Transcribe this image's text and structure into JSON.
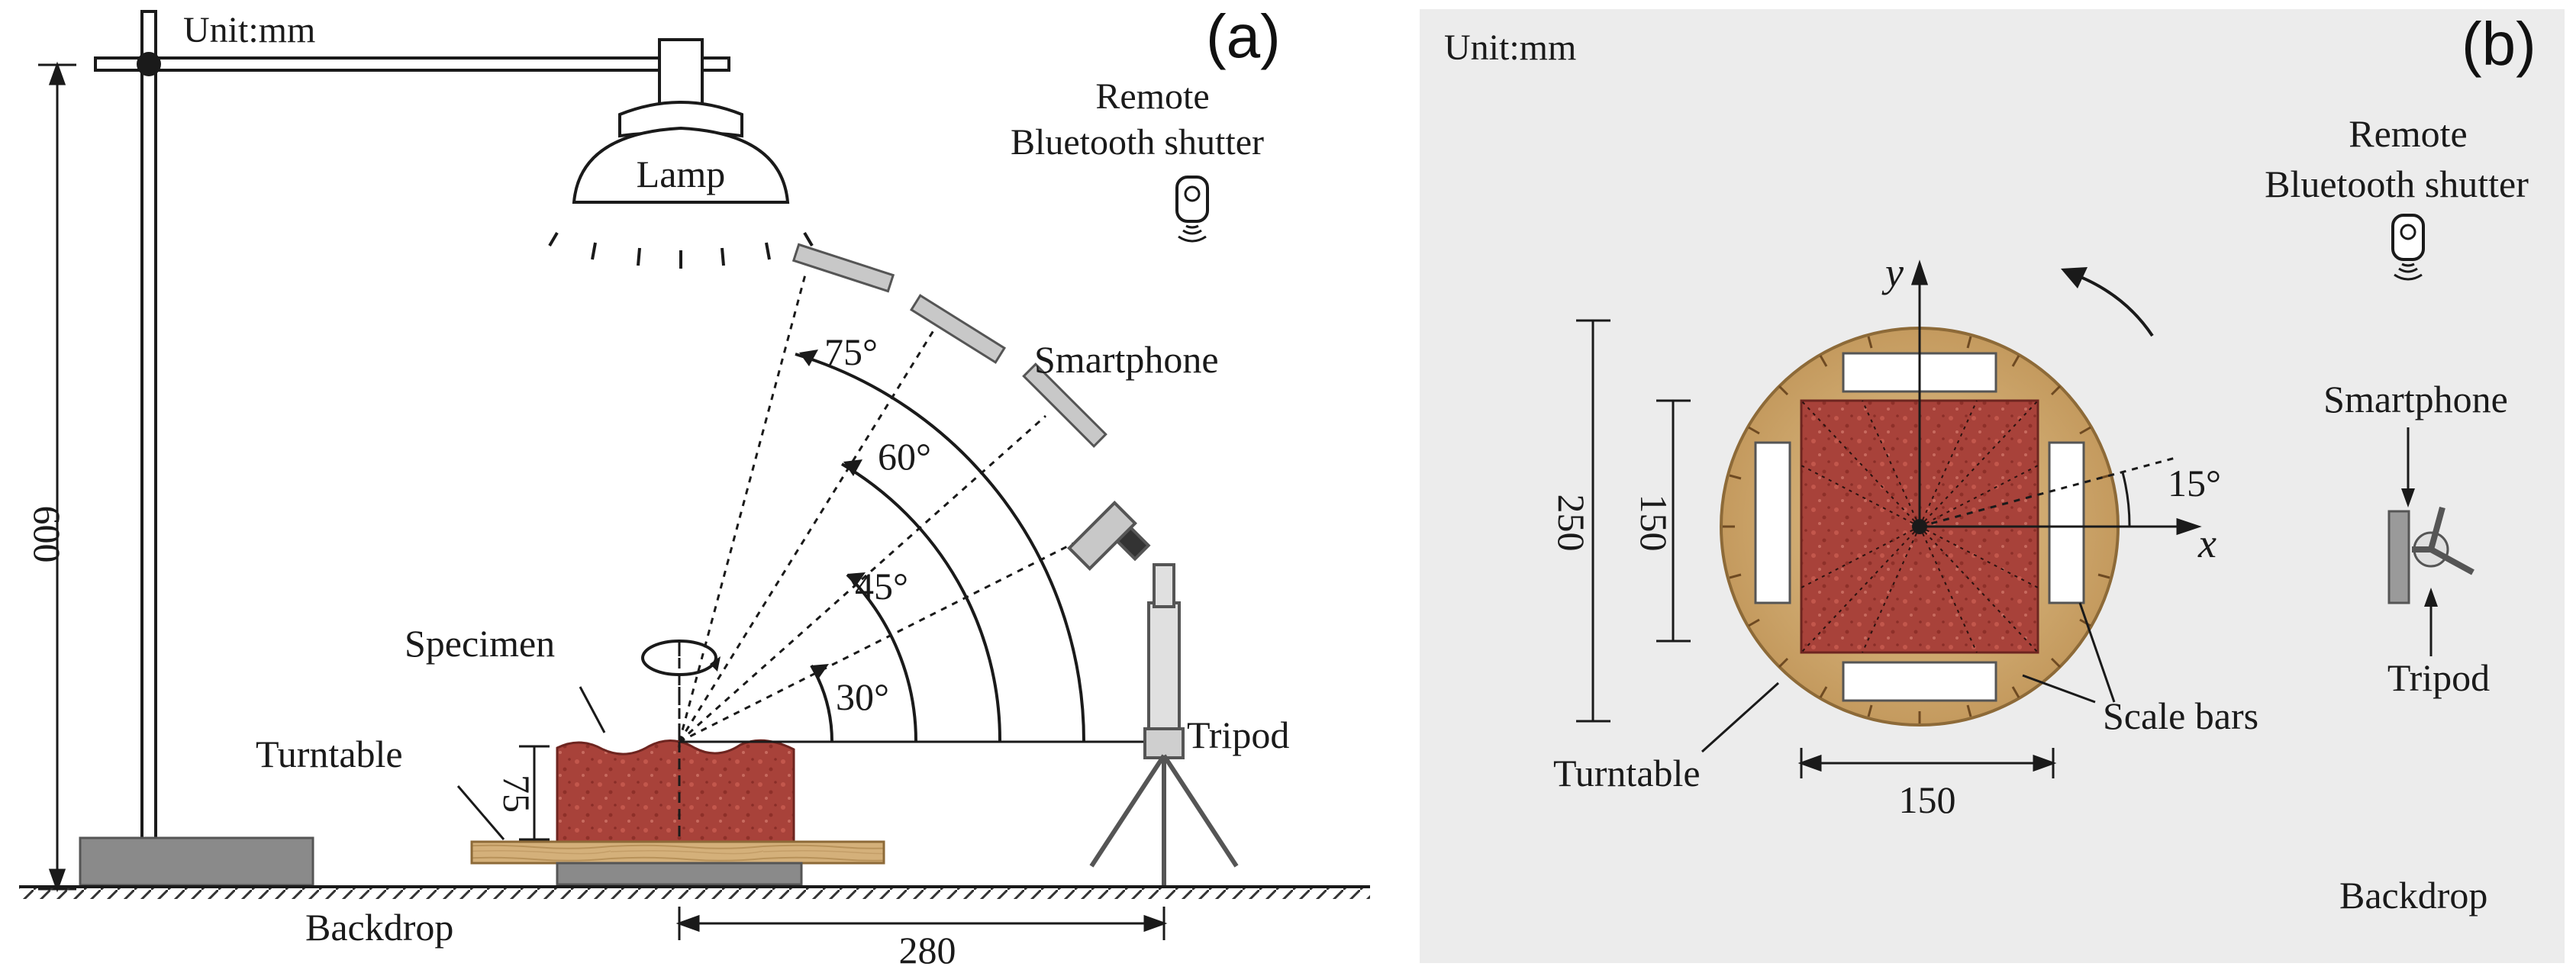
{
  "panel_a": {
    "letter": "(a)",
    "unit": "Unit:mm",
    "lamp": "Lamp",
    "remote_line1": "Remote",
    "remote_line2": "Bluetooth shutter",
    "smartphone": "Smartphone",
    "specimen": "Specimen",
    "turntable": "Turntable",
    "tripod": "Tripod",
    "backdrop": "Backdrop",
    "angles": [
      "75°",
      "60°",
      "45°",
      "30°"
    ],
    "dim_height": "600",
    "dim_specimen": "75",
    "dim_distance": "280"
  },
  "panel_b": {
    "letter": "(b)",
    "unit": "Unit:mm",
    "remote_line1": "Remote",
    "remote_line2": "Bluetooth shutter",
    "smartphone": "Smartphone",
    "tripod": "Tripod",
    "turntable": "Turntable",
    "scale_bars": "Scale bars",
    "backdrop": "Backdrop",
    "axis_x": "x",
    "axis_y": "y",
    "rotation_step": "15°",
    "dim_turntable": "250",
    "dim_specimen_v": "150",
    "dim_specimen_h": "150"
  },
  "colors": {
    "ink": "#1a1a1a",
    "backdrop_b": "#ececec",
    "wood": "#d4b07a",
    "specimen": "#a8423a",
    "base_gray": "#8a8a8a"
  }
}
